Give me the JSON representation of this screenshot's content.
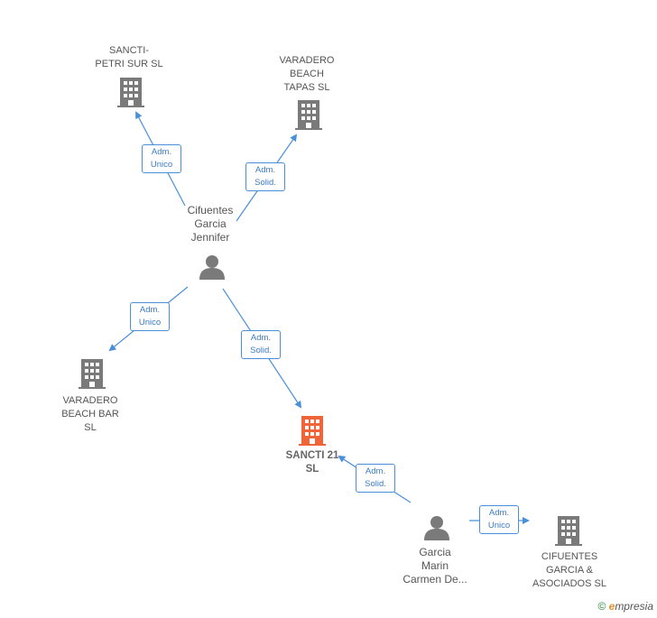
{
  "colors": {
    "edge": "#4a90d9",
    "company": "#7a7a7a",
    "main_company": "#f0643a",
    "person": "#7a7a7a"
  },
  "nodes": {
    "sancti_petri": {
      "label": "SANCTI-\nPETRI SUR  SL",
      "icon": "building-icon"
    },
    "varadero_tapas": {
      "label": "VARADERO\nBEACH\nTAPAS  SL",
      "icon": "building-icon"
    },
    "cifuentes_jennifer": {
      "label": "Cifuentes\nGarcia\nJennifer",
      "icon": "person-icon"
    },
    "varadero_bar": {
      "label": "VARADERO\nBEACH BAR\nSL",
      "icon": "building-icon"
    },
    "sancti21": {
      "label": "SANCTI 21\nSL",
      "icon": "building-icon"
    },
    "garcia_marin": {
      "label": "Garcia\nMarin\nCarmen De...",
      "icon": "person-icon"
    },
    "cifuentes_asociados": {
      "label": "CIFUENTES\nGARCIA &\nASOCIADOS SL",
      "icon": "building-icon"
    }
  },
  "edges": {
    "e1": {
      "label": "Adm.\nUnico"
    },
    "e2": {
      "label": "Adm.\nSolid."
    },
    "e3": {
      "label": "Adm.\nUnico"
    },
    "e4": {
      "label": "Adm.\nSolid."
    },
    "e5": {
      "label": "Adm.\nSolid."
    },
    "e6": {
      "label": "Adm.\nUnico"
    }
  },
  "footer": {
    "copyright": "©",
    "brand_initial": "e",
    "brand_rest": "mpresia"
  }
}
